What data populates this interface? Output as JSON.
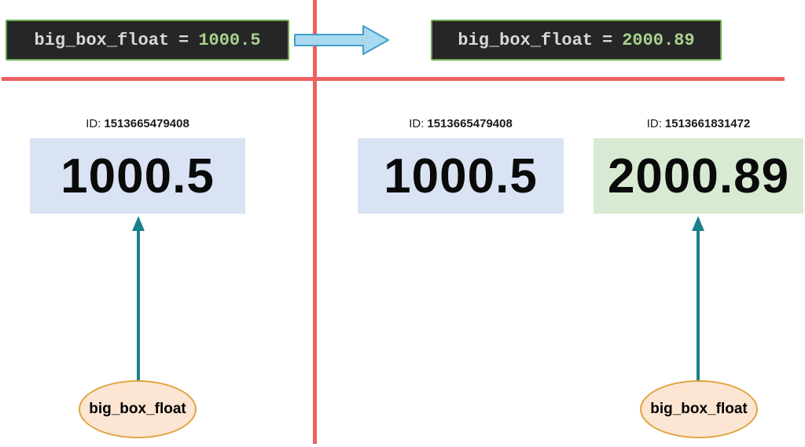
{
  "code_before": {
    "variable": "big_box_float",
    "operator": "=",
    "value": "1000.5"
  },
  "code_after": {
    "variable": "big_box_float",
    "operator": "=",
    "value": "2000.89"
  },
  "panels": {
    "before": {
      "objects": [
        {
          "id_prefix": "ID:",
          "id": "1513665479408",
          "value": "1000.5",
          "style": "blue"
        }
      ],
      "variable": "big_box_float"
    },
    "after": {
      "objects": [
        {
          "id_prefix": "ID:",
          "id": "1513665479408",
          "value": "1000.5",
          "style": "blue"
        },
        {
          "id_prefix": "ID:",
          "id": "1513661831472",
          "value": "2000.89",
          "style": "green"
        }
      ],
      "variable": "big_box_float"
    }
  },
  "colors": {
    "divider_red": "#ec6060",
    "code_bg": "#262626",
    "code_border": "#6aa84f",
    "code_text": "#d8d8d8",
    "code_value": "#a9d18e",
    "object_blue_bg": "#dae3f3",
    "object_green_bg": "#d9ead3",
    "pointer_teal": "#1b7f8c",
    "transition_arrow_fill": "#a8d9ee",
    "transition_arrow_stroke": "#3f9fc6",
    "variable_fill": "#fce5d2",
    "variable_border": "#e0a33e"
  }
}
